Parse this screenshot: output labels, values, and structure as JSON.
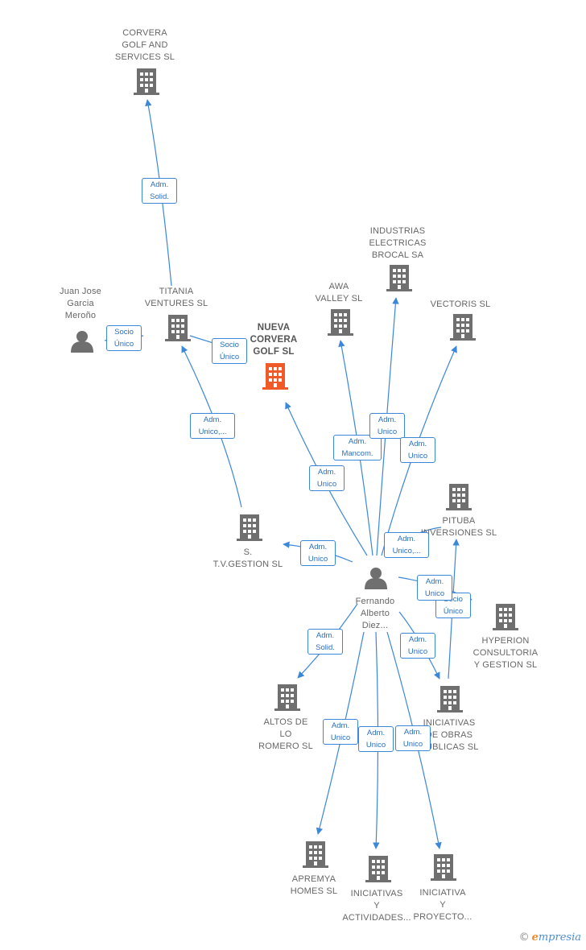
{
  "colors": {
    "edge": "#3b87d9",
    "building": "#6f6f6f",
    "building_main": "#f05a28",
    "person": "#6f6f6f"
  },
  "nodes": {
    "corvera": {
      "label": "CORVERA\nGOLF AND\nSERVICES  SL",
      "icon": "building-icon"
    },
    "titania": {
      "label": "TITANIA\nVENTURES  SL",
      "icon": "building-icon"
    },
    "juan": {
      "label": "Juan Jose\nGarcia\nMeroño",
      "icon": "person-icon"
    },
    "nueva": {
      "label": "NUEVA\nCORVERA\nGOLF  SL",
      "icon": "building-icon"
    },
    "awa": {
      "label": "AWA\nVALLEY  SL",
      "icon": "building-icon"
    },
    "industrias": {
      "label": "INDUSTRIAS\nELECTRICAS\nBROCAL SA",
      "icon": "building-icon"
    },
    "vectoris": {
      "label": "VECTORIS  SL",
      "icon": "building-icon"
    },
    "tvgestion": {
      "label": "S.\nT.V.GESTION SL",
      "icon": "building-icon"
    },
    "fernando": {
      "label": "Fernando\nAlberto\nDiez...",
      "icon": "person-icon"
    },
    "pituba": {
      "label": "PITUBA\nINVERSIONES SL",
      "icon": "building-icon"
    },
    "hyperion": {
      "label": "HYPERION\nCONSULTORIA\nY GESTION  SL",
      "icon": "building-icon"
    },
    "altos": {
      "label": "ALTOS DE\nLO\nROMERO  SL",
      "icon": "building-icon"
    },
    "iniciativas_obras": {
      "label": "INICIATIVAS\nDE OBRAS\nPUBLICAS  SL",
      "icon": "building-icon"
    },
    "apremya": {
      "label": "APREMYA\nHOMES  SL",
      "icon": "building-icon"
    },
    "iniciativas_act": {
      "label": "INICIATIVAS\nY\nACTIVIDADES...",
      "icon": "building-icon"
    },
    "iniciativa_proy": {
      "label": "INICIATIVA\nY\nPROYECTO...",
      "icon": "building-icon"
    }
  },
  "edges": {
    "titania_corvera": "Adm.\nSolid.",
    "juan_titania": "Socio\nÚnico",
    "titania_nueva": "Socio\nÚnico",
    "tv_titania": "Adm.\nUnico,...",
    "f_nueva": "Adm.\nUnico",
    "f_awa": "Adm.\nMancom.",
    "f_industrias": "Adm.\nUnico",
    "f_vectoris": "Adm.\nUnico",
    "f_tv": "Adm.\nUnico",
    "f_pituba": "Adm.\nUnico,...",
    "f_hyperion": "Adm.\nUnico",
    "pituba_hyperion": "Socio\nÚnico",
    "f_altos": "Adm.\nSolid.",
    "f_iobras": "Adm.\nUnico",
    "f_apremya": "Adm.\nUnico",
    "f_iact": "Adm.\nUnico",
    "f_iproy": "Adm.\nUnico"
  },
  "footer": {
    "copyright_symbol": "©",
    "brand_first": "e",
    "brand_rest": "mpresia"
  }
}
